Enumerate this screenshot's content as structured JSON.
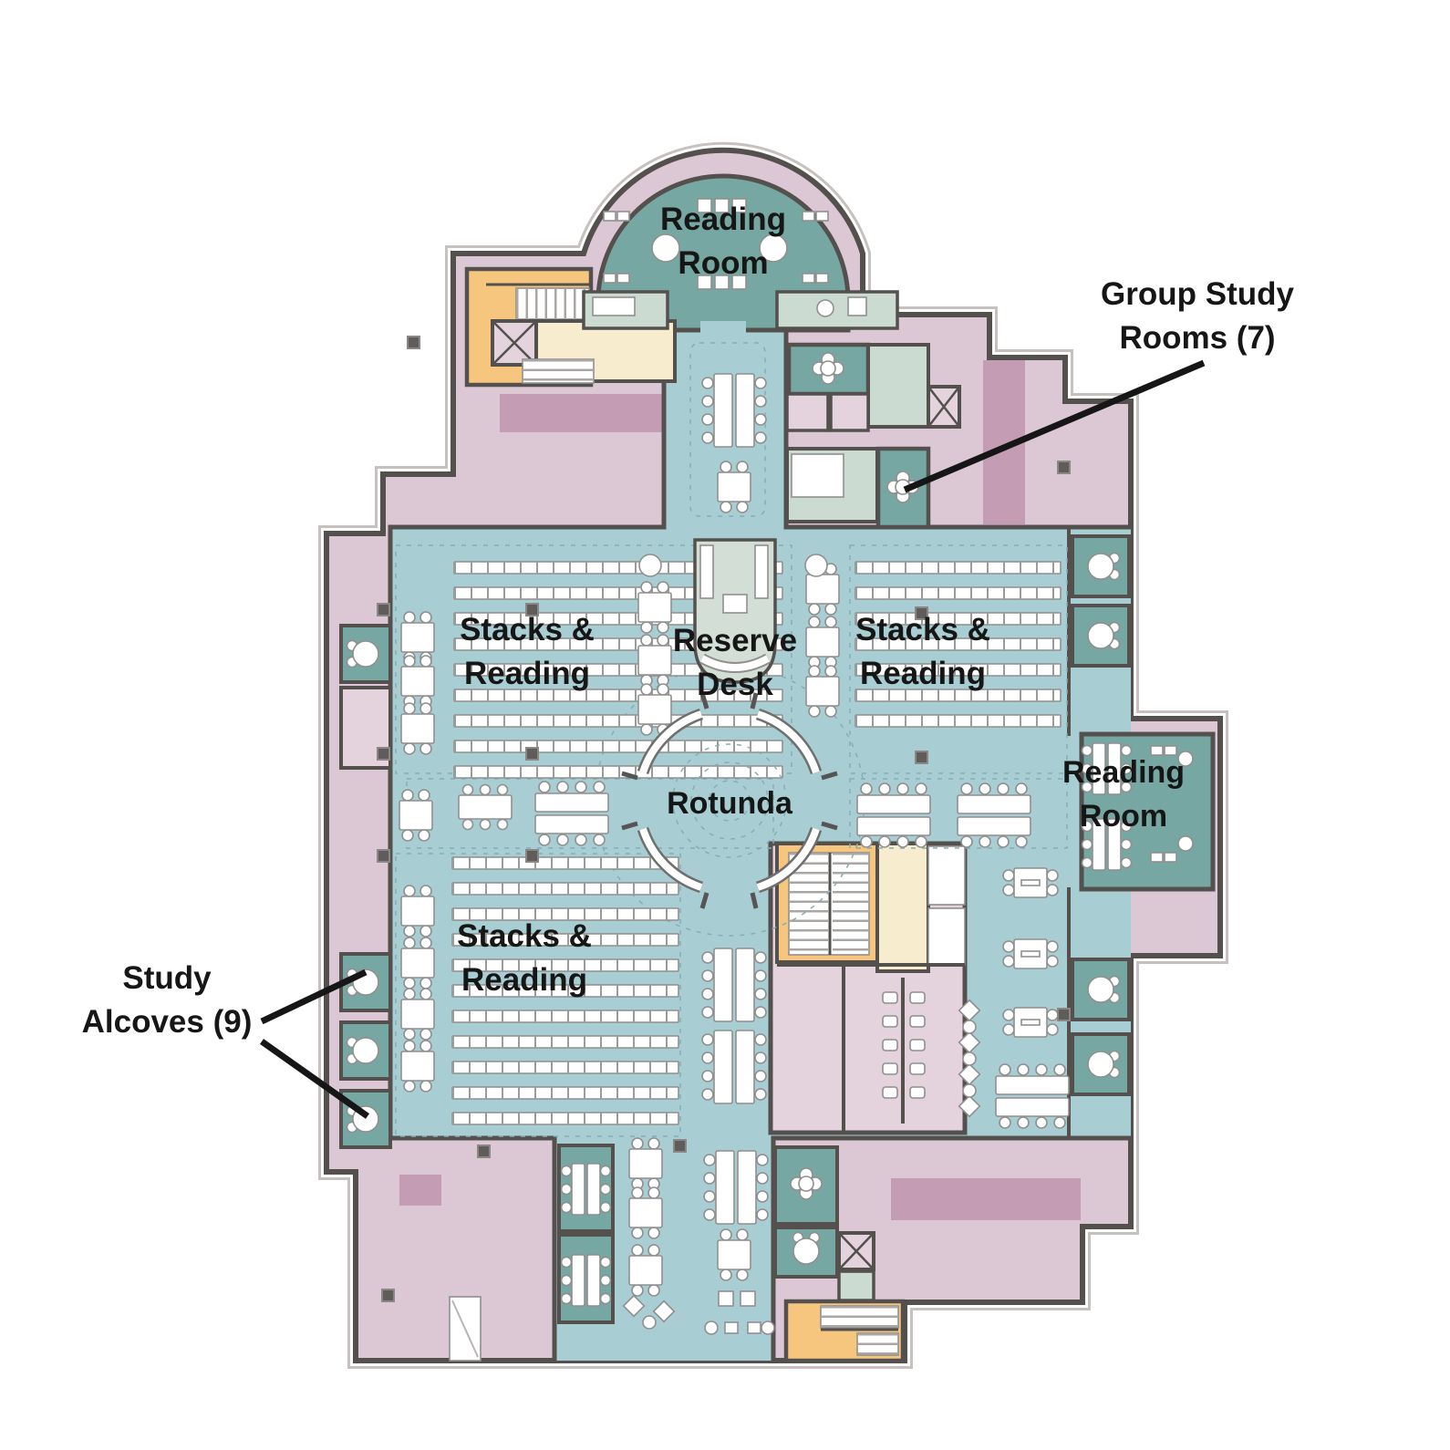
{
  "colors": {
    "background": "#ffffff",
    "floor_pink": "#dcc8d5",
    "room_pink": "#e4d2dd",
    "rug_pink": "#c49db5",
    "teal_light": "#a8ced4",
    "teal_dark": "#76a7a2",
    "sage": "#ccdbd2",
    "cream": "#f8ecce",
    "orange": "#f6c67e",
    "desk_sage": "#d3ded6",
    "wall": "#53504e",
    "annotation": "#161616"
  },
  "rooms": {
    "reading_room_top": {
      "line1": "Reading",
      "line2": "Room"
    },
    "stacks_upper_left": {
      "line1": "Stacks &",
      "line2": "Reading"
    },
    "stacks_upper_right": {
      "line1": "Stacks &",
      "line2": "Reading"
    },
    "stacks_lower_left": {
      "line1": "Stacks &",
      "line2": "Reading"
    },
    "reserve_desk": {
      "line1": "Reserve",
      "line2": "Desk"
    },
    "rotunda": {
      "label": "Rotunda"
    },
    "reading_room_right": {
      "line1": "Reading",
      "line2": "Room"
    }
  },
  "annotations": {
    "group_study": {
      "line1": "Group Study",
      "line2": "Rooms (7)"
    },
    "study_alcoves": {
      "line1": "Study",
      "line2": "Alcoves (9)"
    }
  }
}
